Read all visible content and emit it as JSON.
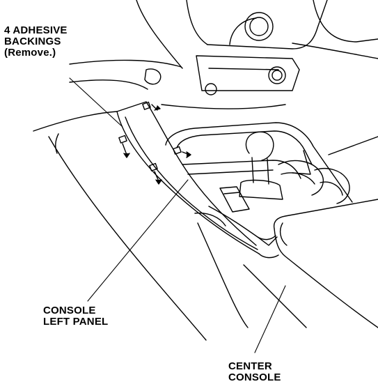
{
  "callouts": {
    "adhesive": {
      "lines": [
        "4 ADHESIVE",
        "BACKINGS",
        "(Remove.)"
      ]
    },
    "left_panel": {
      "lines": [
        "CONSOLE",
        "LEFT PANEL"
      ]
    },
    "center_console": {
      "lines": [
        "CENTER",
        "CONSOLE"
      ]
    }
  },
  "colors": {
    "ink": "#000000",
    "paper": "#ffffff"
  }
}
